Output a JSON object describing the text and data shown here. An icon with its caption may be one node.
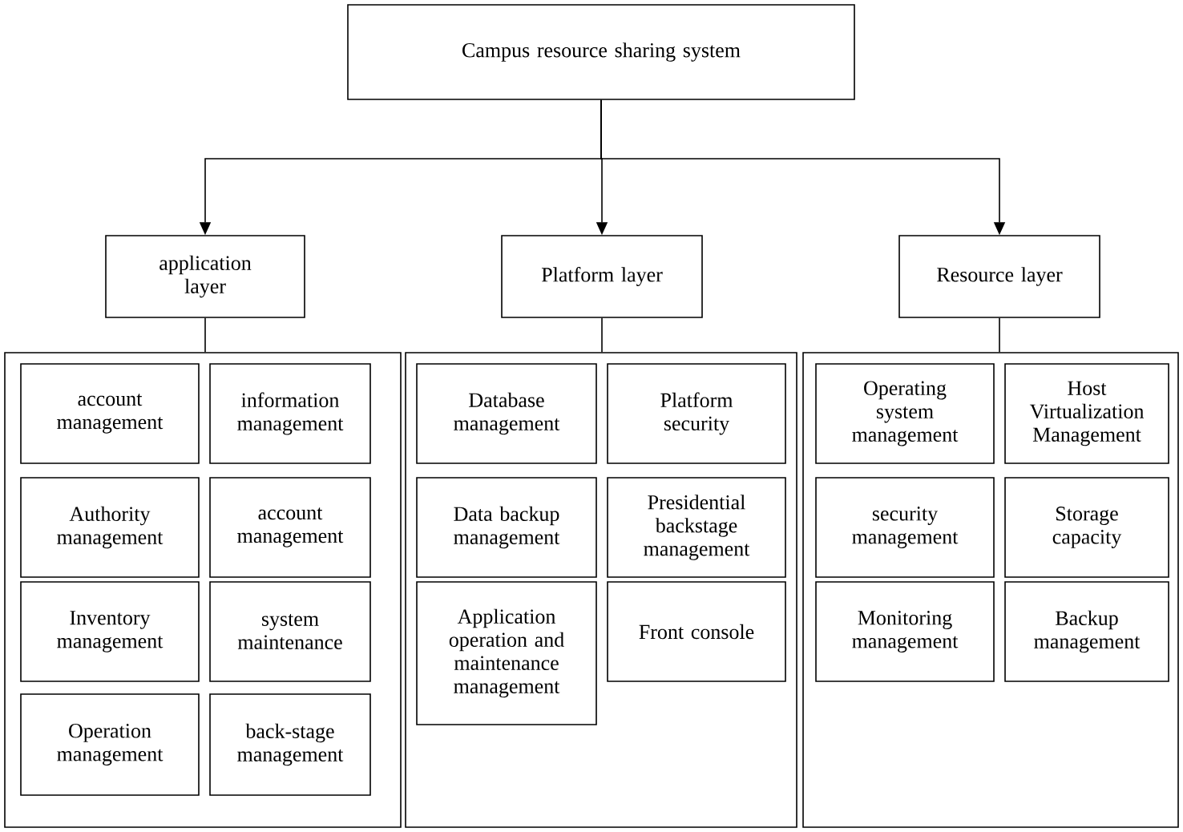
{
  "diagram": {
    "nodes": [
      {
        "text": [
          "Campus resource sharing system"
        ]
      },
      {
        "text": [
          "application layer"
        ]
      },
      {
        "text": [
          "Platform layer"
        ]
      },
      {
        "text": [
          "Resource layer"
        ]
      },
      {
        "text": [],
        "shape": "box"
      },
      {
        "text": [
          "account management"
        ],
        "in": 4
      },
      {
        "text": [
          "information management"
        ],
        "in": 4
      },
      {
        "text": [
          "Authority management"
        ],
        "in": 4
      },
      {
        "text": [
          "account management"
        ],
        "in": 4
      },
      {
        "text": [
          "Inventory management"
        ],
        "in": 4
      },
      {
        "text": [
          "system maintenance"
        ],
        "in": 4
      },
      {
        "text": [
          "Operation management"
        ],
        "in": 4
      },
      {
        "text": [
          "back-stage management"
        ],
        "in": 4
      },
      {
        "text": [],
        "shape": "box"
      },
      {
        "text": [
          "Database management"
        ],
        "in": 13
      },
      {
        "text": [
          "Platform security"
        ],
        "in": 13
      },
      {
        "text": [
          "Data backup management"
        ],
        "in": 13
      },
      {
        "text": [
          "Presidential backstage management"
        ],
        "in": 13
      },
      {
        "text": [
          "Application operation and maintenance management"
        ],
        "in": 13
      },
      {
        "text": [
          "Front console"
        ],
        "in": 13
      },
      {
        "text": [],
        "shape": "box"
      },
      {
        "text": [
          "Operating system management"
        ],
        "in": 20
      },
      {
        "text": [
          "Host Virtualization Management"
        ],
        "in": 20
      },
      {
        "text": [
          "security management"
        ],
        "in": 20
      },
      {
        "text": [
          "Storage capacity"
        ],
        "in": 20
      },
      {
        "text": [
          "Monitoring management"
        ],
        "in": 20
      },
      {
        "text": [
          "Backup management"
        ],
        "in": 20
      }
    ],
    "edges": [
      {
        "from": 0,
        "to": 1,
        "arrow": "to"
      },
      {
        "from": 0,
        "to": 2,
        "arrow": "to"
      },
      {
        "from": 0,
        "to": 3,
        "arrow": "to"
      },
      {
        "from": 1,
        "to": 4,
        "arrow": "none"
      },
      {
        "from": 2,
        "to": 13,
        "arrow": "none"
      },
      {
        "from": 3,
        "to": 20,
        "arrow": "none"
      }
    ]
  }
}
